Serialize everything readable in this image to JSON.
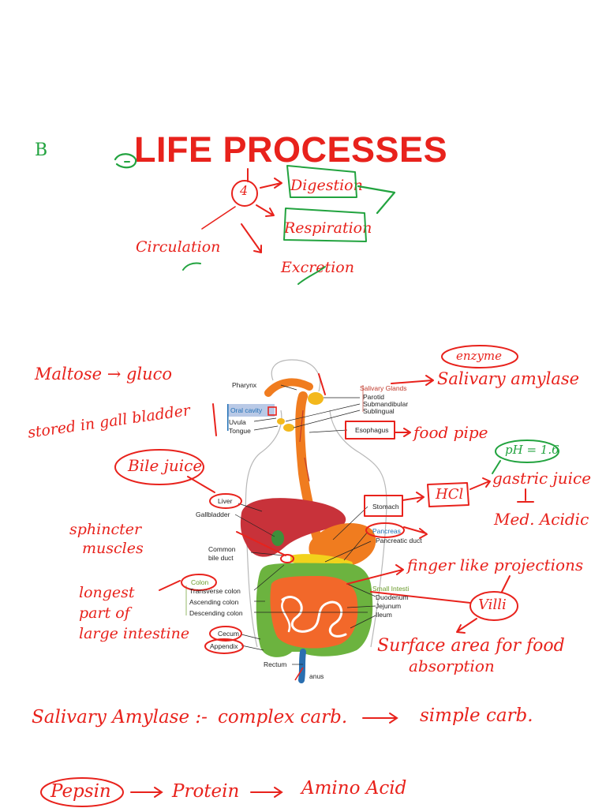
{
  "page": {
    "title": "LIFE PROCESSES",
    "corner_mark": "B",
    "circled_number": "4",
    "process_digestion": "Digestion",
    "process_respiration": "Respiration",
    "process_excretion": "Excretion",
    "process_circulation": "Circulation"
  },
  "notes": {
    "maltose": "Maltose → gluco",
    "stored_gall": "stored in gall bladder",
    "bile_juice": "Bile juice",
    "sphincter": "sphincter",
    "muscles": "muscles",
    "longest1": "longest",
    "longest2": "part of",
    "longest3": "large intestine",
    "enzyme": "enzyme",
    "salivary_amylase": "Salivary amylase",
    "food_pipe": "food pipe",
    "ph": "pH = 1.6",
    "hcl": "HCl",
    "gastric_juice": "gastric juice",
    "med_acidic": "Med. Acidic",
    "finger_like": "finger like projections",
    "villi": "Villi",
    "surface_area": "Surface area for food",
    "absorption": "absorption",
    "bottom1_left": "Salivary Amylase :-",
    "bottom1_mid": "complex carb.",
    "bottom1_right": "simple carb.",
    "bottom2_pepsin": "Pepsin",
    "bottom2_protein": "Protein",
    "bottom2_amino": "Amino Acid"
  },
  "diagram": {
    "pharynx": "Pharynx",
    "oral_cavity": "Oral cavity",
    "uvula": "Uvula",
    "tongue": "Tongue",
    "salivary_glands": "Salivary Glands",
    "parotid": "Parotid",
    "submandibular": "Submandibular",
    "sublingual": "Sublingual",
    "esophagus": "Esophagus",
    "liver": "Liver",
    "gallbladder": "Gallbladder",
    "stomach": "Stomach",
    "pancreas": "Pancreas",
    "pancreatic_duct": "Pancreatic duct",
    "common_bile_duct_1": "Common",
    "common_bile_duct_2": "bile duct",
    "colon": "Colon",
    "transverse_colon": "Transverse colon",
    "ascending_colon": "Ascending colon",
    "descending_colon": "Descending colon",
    "cecum": "Cecum",
    "appendix": "Appendix",
    "small_intestine": "Small Intesti",
    "duodenum": "Duodenum",
    "jejunum": "Jejunum",
    "ileum": "Ileum",
    "rectum": "Rectum",
    "anus": "anus"
  },
  "colors": {
    "ink_red": "#e8221c",
    "ink_green": "#22a33f",
    "esophagus": "#f07c1f",
    "liver": "#c8323a",
    "intestine_small": "#f2682a",
    "intestine_large": "#6cb33f",
    "pancreas": "#f2d21c"
  }
}
